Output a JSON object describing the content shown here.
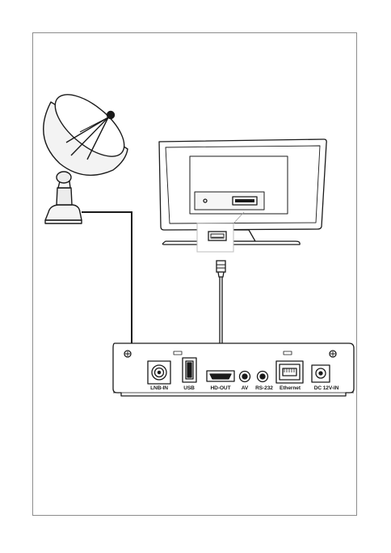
{
  "diagram": {
    "ports": [
      {
        "id": "lnb-in",
        "label": "LNB-IN"
      },
      {
        "id": "usb",
        "label": "USB"
      },
      {
        "id": "hd-out",
        "label": "HD-OUT"
      },
      {
        "id": "av",
        "label": "AV"
      },
      {
        "id": "rs232",
        "label": "RS-232"
      },
      {
        "id": "ethernet",
        "label": "Ethernet"
      },
      {
        "id": "dc-in",
        "label": "DC 12V-IN"
      }
    ],
    "devices": [
      {
        "id": "satellite-dish",
        "icon": "satellite-dish-icon"
      },
      {
        "id": "television",
        "icon": "tv-rear-icon"
      },
      {
        "id": "receiver",
        "icon": "receiver-back-panel-icon"
      }
    ],
    "connections": [
      {
        "from": "satellite-dish",
        "to": "lnb-in",
        "cable": "coaxial"
      },
      {
        "from": "hd-out",
        "to": "television",
        "cable": "hdmi"
      }
    ]
  }
}
